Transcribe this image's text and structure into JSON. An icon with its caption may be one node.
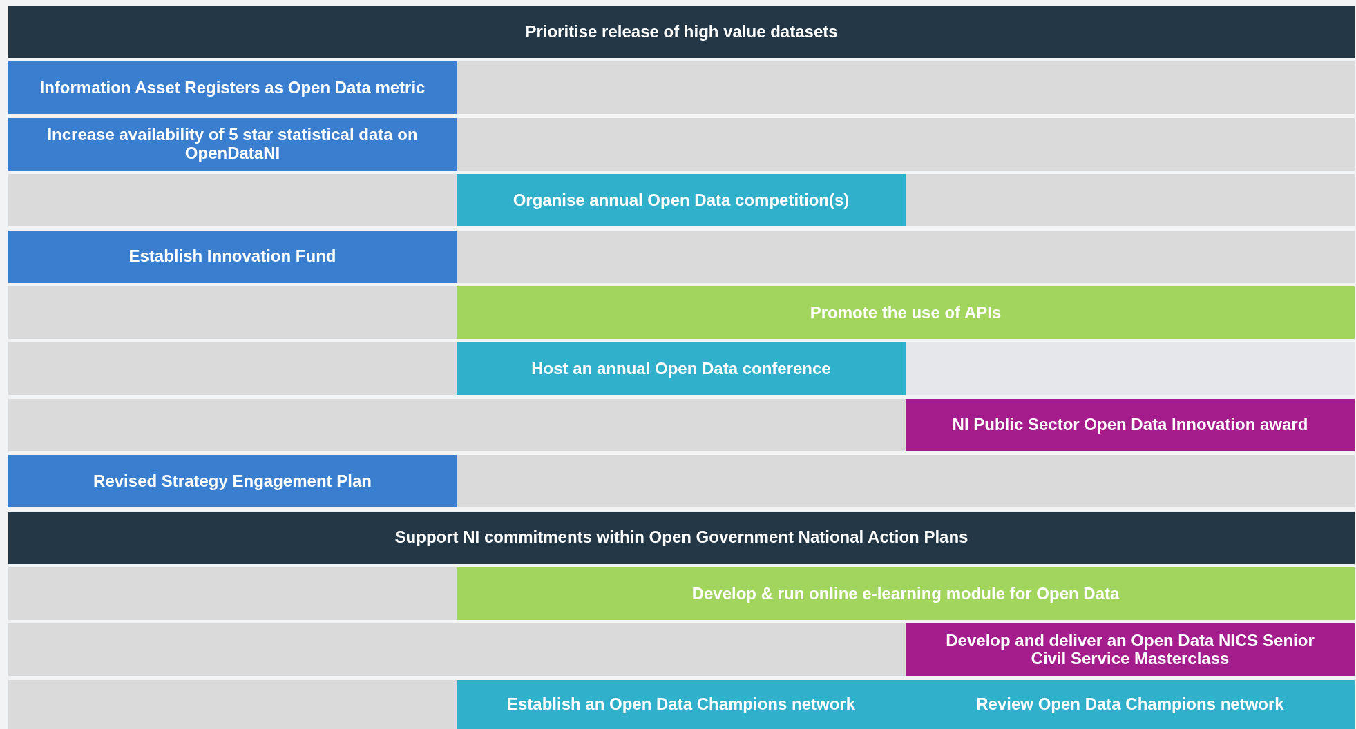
{
  "diagram": {
    "nodes": [
      {
        "text": [
          "Prioritise release of high value datasets"
        ]
      },
      {
        "text": [
          "Information Asset Registers as Open Data metric"
        ]
      },
      {
        "text": [
          "Increase availability of 5 star statistical data on OpenDataNI"
        ]
      },
      {
        "text": [
          "Organise annual Open Data competition(s)"
        ]
      },
      {
        "text": [
          "Establish Innovation Fund"
        ]
      },
      {
        "text": [
          "Promote the use of APIs"
        ]
      },
      {
        "text": [
          "Host an annual Open Data conference"
        ]
      },
      {
        "text": [
          "NI Public Sector Open Data Innovation award"
        ]
      },
      {
        "text": [
          "Revised Strategy Engagement Plan"
        ]
      },
      {
        "text": [
          "Support NI commitments within Open Government National Action Plans"
        ]
      },
      {
        "text": [
          "Develop & run online e-learning module for Open Data"
        ]
      },
      {
        "text": [
          "Develop and deliver an Open Data NICS Senior Civil Service Masterclass"
        ]
      },
      {
        "text": [
          "Establish an Open Data Champions network"
        ]
      },
      {
        "text": [
          "Review Open Data Champions network"
        ]
      }
    ]
  }
}
